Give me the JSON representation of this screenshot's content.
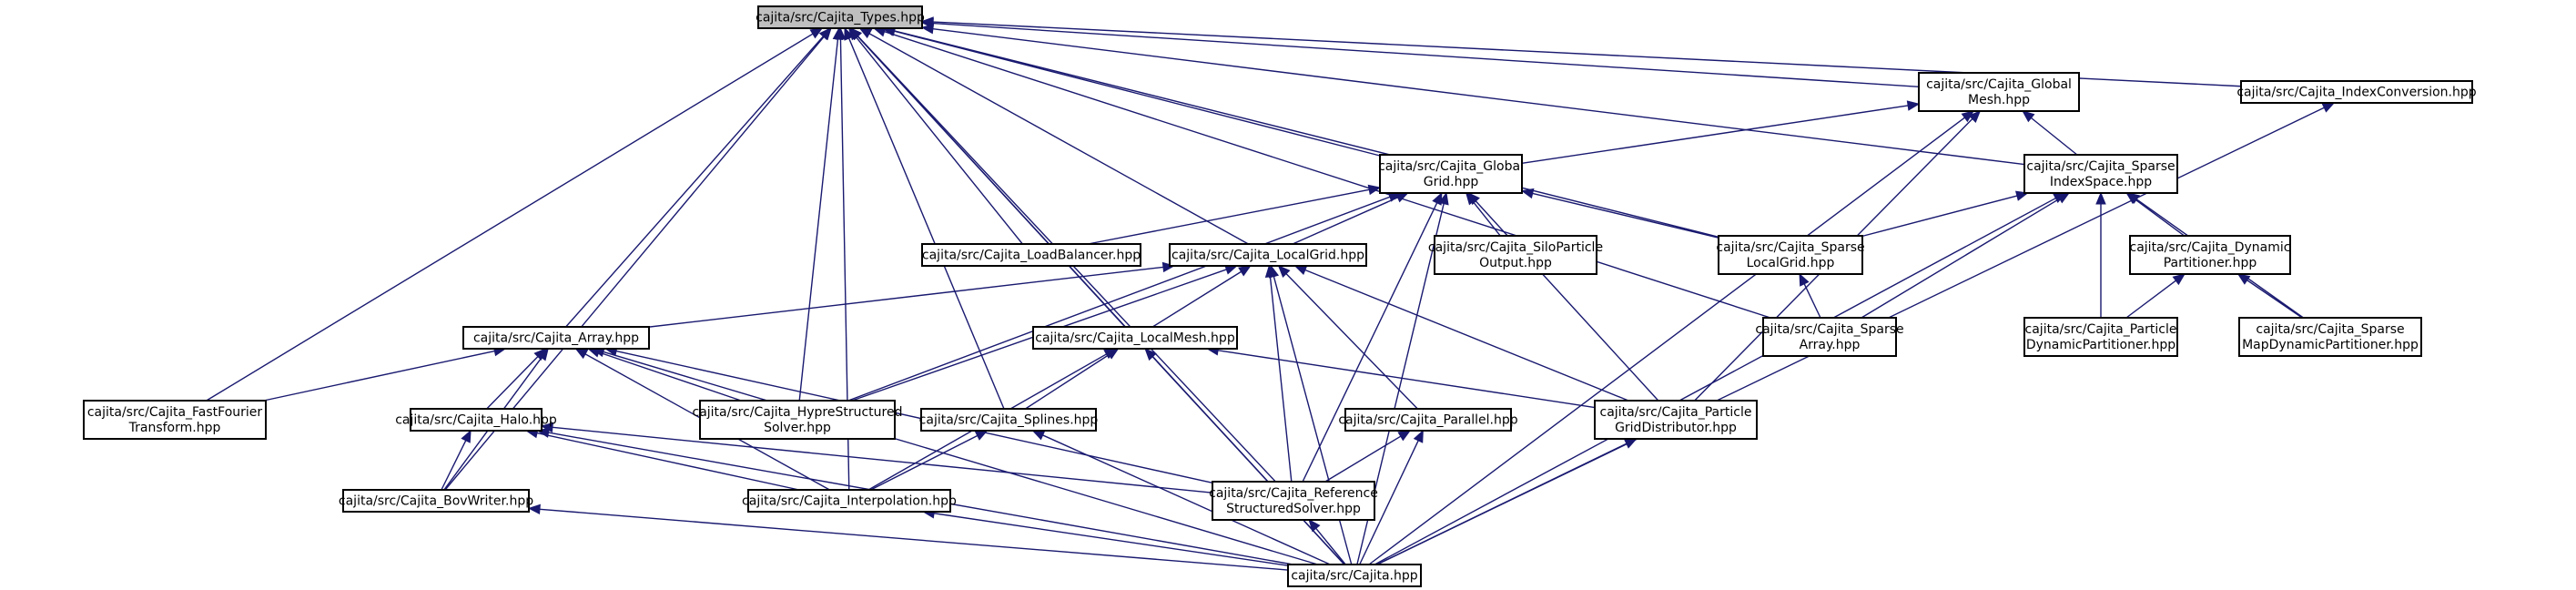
{
  "graph": {
    "title": "",
    "edge_color": "#191970",
    "root_fill": "#bfbfbf",
    "nodes": [
      {
        "id": "types",
        "lines": [
          "cajita/src/Cajita_Types.hpp"
        ]
      },
      {
        "id": "globalmesh",
        "lines": [
          "cajita/src/Cajita_Global",
          "Mesh.hpp"
        ]
      },
      {
        "id": "indexconv",
        "lines": [
          "cajita/src/Cajita_IndexConversion.hpp"
        ]
      },
      {
        "id": "globalgrid",
        "lines": [
          "cajita/src/Cajita_Global",
          "Grid.hpp"
        ]
      },
      {
        "id": "sparseidx",
        "lines": [
          "cajita/src/Cajita_Sparse",
          "IndexSpace.hpp"
        ]
      },
      {
        "id": "loadbal",
        "lines": [
          "cajita/src/Cajita_LoadBalancer.hpp"
        ]
      },
      {
        "id": "localgrid",
        "lines": [
          "cajita/src/Cajita_LocalGrid.hpp"
        ]
      },
      {
        "id": "silo",
        "lines": [
          "cajita/src/Cajita_SiloParticle",
          "Output.hpp"
        ]
      },
      {
        "id": "sparselg",
        "lines": [
          "cajita/src/Cajita_Sparse",
          "LocalGrid.hpp"
        ]
      },
      {
        "id": "dynpart",
        "lines": [
          "cajita/src/Cajita_Dynamic",
          "Partitioner.hpp"
        ]
      },
      {
        "id": "array",
        "lines": [
          "cajita/src/Cajita_Array.hpp"
        ]
      },
      {
        "id": "localmesh",
        "lines": [
          "cajita/src/Cajita_LocalMesh.hpp"
        ]
      },
      {
        "id": "sparsearr",
        "lines": [
          "cajita/src/Cajita_Sparse",
          "Array.hpp"
        ]
      },
      {
        "id": "partdyn",
        "lines": [
          "cajita/src/Cajita_Particle",
          "DynamicPartitioner.hpp"
        ]
      },
      {
        "id": "sparsemap",
        "lines": [
          "cajita/src/Cajita_Sparse",
          "MapDynamicPartitioner.hpp"
        ]
      },
      {
        "id": "fft",
        "lines": [
          "cajita/src/Cajita_FastFourier",
          "Transform.hpp"
        ]
      },
      {
        "id": "hypre",
        "lines": [
          "cajita/src/Cajita_HypreStructured",
          "Solver.hpp"
        ]
      },
      {
        "id": "halo",
        "lines": [
          "cajita/src/Cajita_Halo.hpp"
        ]
      },
      {
        "id": "splines",
        "lines": [
          "cajita/src/Cajita_Splines.hpp"
        ]
      },
      {
        "id": "parallel",
        "lines": [
          "cajita/src/Cajita_Parallel.hpp"
        ]
      },
      {
        "id": "pgd",
        "lines": [
          "cajita/src/Cajita_Particle",
          "GridDistributor.hpp"
        ]
      },
      {
        "id": "bov",
        "lines": [
          "cajita/src/Cajita_BovWriter.hpp"
        ]
      },
      {
        "id": "interp",
        "lines": [
          "cajita/src/Cajita_Interpolation.hpp"
        ]
      },
      {
        "id": "refsolver",
        "lines": [
          "cajita/src/Cajita_Reference",
          "StructuredSolver.hpp"
        ]
      },
      {
        "id": "cajita",
        "lines": [
          "cajita/src/Cajita.hpp"
        ]
      }
    ],
    "edges": [
      [
        "globalmesh",
        "types"
      ],
      [
        "indexconv",
        "types"
      ],
      [
        "globalgrid",
        "types"
      ],
      [
        "sparseidx",
        "types"
      ],
      [
        "loadbal",
        "types"
      ],
      [
        "localgrid",
        "types"
      ],
      [
        "sparselg",
        "types"
      ],
      [
        "array",
        "types"
      ],
      [
        "localmesh",
        "types"
      ],
      [
        "sparsearr",
        "types"
      ],
      [
        "fft",
        "types"
      ],
      [
        "hypre",
        "types"
      ],
      [
        "splines",
        "types"
      ],
      [
        "bov",
        "types"
      ],
      [
        "interp",
        "types"
      ],
      [
        "refsolver",
        "types"
      ],
      [
        "cajita",
        "types"
      ],
      [
        "globalgrid",
        "globalmesh"
      ],
      [
        "sparseidx",
        "globalmesh"
      ],
      [
        "pgd",
        "globalmesh"
      ],
      [
        "cajita",
        "globalmesh"
      ],
      [
        "cajita",
        "indexconv"
      ],
      [
        "loadbal",
        "globalgrid"
      ],
      [
        "localgrid",
        "globalgrid"
      ],
      [
        "silo",
        "globalgrid"
      ],
      [
        "sparselg",
        "globalgrid"
      ],
      [
        "hypre",
        "globalgrid"
      ],
      [
        "pgd",
        "globalgrid"
      ],
      [
        "refsolver",
        "globalgrid"
      ],
      [
        "cajita",
        "globalgrid"
      ],
      [
        "sparselg",
        "sparseidx"
      ],
      [
        "dynpart",
        "sparseidx"
      ],
      [
        "sparsearr",
        "sparseidx"
      ],
      [
        "partdyn",
        "sparseidx"
      ],
      [
        "sparsemap",
        "sparseidx"
      ],
      [
        "cajita",
        "sparseidx"
      ],
      [
        "array",
        "localgrid"
      ],
      [
        "localmesh",
        "localgrid"
      ],
      [
        "hypre",
        "localgrid"
      ],
      [
        "parallel",
        "localgrid"
      ],
      [
        "pgd",
        "localgrid"
      ],
      [
        "refsolver",
        "localgrid"
      ],
      [
        "cajita",
        "localgrid"
      ],
      [
        "sparsearr",
        "sparselg"
      ],
      [
        "partdyn",
        "dynpart"
      ],
      [
        "sparsemap",
        "dynpart"
      ],
      [
        "fft",
        "array"
      ],
      [
        "hypre",
        "array"
      ],
      [
        "halo",
        "array"
      ],
      [
        "bov",
        "array"
      ],
      [
        "interp",
        "array"
      ],
      [
        "refsolver",
        "array"
      ],
      [
        "cajita",
        "array"
      ],
      [
        "splines",
        "localmesh"
      ],
      [
        "pgd",
        "localmesh"
      ],
      [
        "interp",
        "localmesh"
      ],
      [
        "cajita",
        "localmesh"
      ],
      [
        "bov",
        "halo"
      ],
      [
        "interp",
        "halo"
      ],
      [
        "refsolver",
        "halo"
      ],
      [
        "cajita",
        "halo"
      ],
      [
        "interp",
        "splines"
      ],
      [
        "cajita",
        "splines"
      ],
      [
        "refsolver",
        "parallel"
      ],
      [
        "cajita",
        "parallel"
      ],
      [
        "cajita",
        "pgd"
      ],
      [
        "cajita",
        "bov"
      ],
      [
        "cajita",
        "interp"
      ],
      [
        "cajita",
        "refsolver"
      ]
    ]
  }
}
